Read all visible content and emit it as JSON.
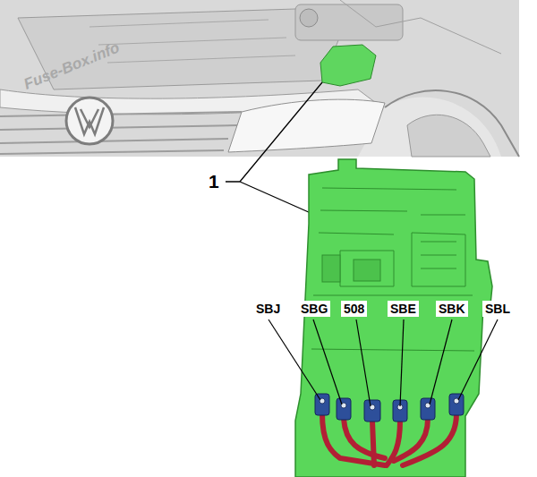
{
  "diagram": {
    "labels": [
      "Fuse-Box.info",
      "1",
      "SBJ",
      "SBG",
      "508",
      "SBE",
      "SBK",
      "SBL"
    ]
  }
}
